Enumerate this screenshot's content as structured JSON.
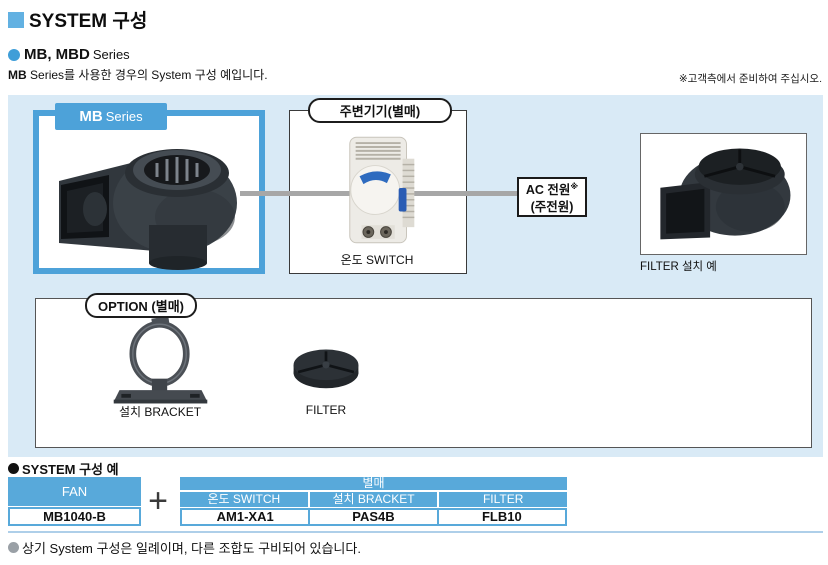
{
  "header": {
    "title": "SYSTEM 구성",
    "series_bold": "MB, MBD",
    "series_rest": "Series",
    "desc_bold": "MB",
    "desc_rest": "Series를 사용한 경우의 System 구성 예입니다.",
    "prepare_note": "※고객측에서 준비하여 주십시오."
  },
  "diagram": {
    "mb_tab_bold": "MB",
    "mb_tab_rest": "Series",
    "peripheral_label": "주변기기(별매)",
    "thermo_switch_label": "온도 SWITCH",
    "ac_power_line1": "AC 전원",
    "ac_power_ref": "※",
    "ac_power_line2": "(주전원)",
    "filter_example_label": "FILTER 설치 예",
    "option_label": "OPTION (별매)",
    "bracket_label": "설치 BRACKET",
    "filter_label": "FILTER"
  },
  "system_example": {
    "heading": "SYSTEM 구성 예",
    "fan_header": "FAN",
    "fan_value": "MB1040-B",
    "plus": "+",
    "optional_header": "별매",
    "columns": [
      {
        "label": "온도 SWITCH",
        "value": "AM1-XA1"
      },
      {
        "label": "설치 BRACKET",
        "value": "PAS4B"
      },
      {
        "label": "FILTER",
        "value": "FLB10"
      }
    ]
  },
  "footer": {
    "note": "상기 System 구성은 일례이며, 다른 조합도 구비되어 있습니다."
  },
  "colors": {
    "accent_blue": "#58a9da",
    "box_border_blue": "#4da2d9",
    "panel_bg": "#d9eaf6",
    "connector_gray": "#a7a7a7",
    "rule_blue": "#aecfe9"
  }
}
